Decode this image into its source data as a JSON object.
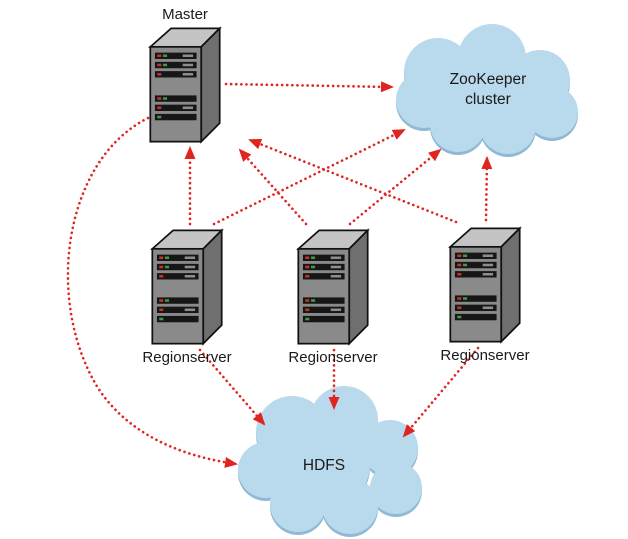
{
  "diagram": {
    "kind": "architecture-diagram",
    "nodes": {
      "master": {
        "label": "Master",
        "shape": "server"
      },
      "regionserver1": {
        "label": "Regionserver",
        "shape": "server"
      },
      "regionserver2": {
        "label": "Regionserver",
        "shape": "server"
      },
      "regionserver3": {
        "label": "Regionserver",
        "shape": "server"
      },
      "zookeeper": {
        "label": "ZooKeeper cluster",
        "label_lines": [
          "ZooKeeper",
          "cluster"
        ],
        "shape": "cloud"
      },
      "hdfs": {
        "label": "HDFS",
        "label_lines": [
          "HDFS"
        ],
        "shape": "cloud"
      }
    },
    "edges": [
      {
        "from": "Master",
        "to": "ZooKeeper cluster"
      },
      {
        "from": "Regionserver 1",
        "to": "Master"
      },
      {
        "from": "Regionserver 2",
        "to": "Master"
      },
      {
        "from": "Regionserver 3",
        "to": "Master"
      },
      {
        "from": "Regionserver 1",
        "to": "ZooKeeper cluster"
      },
      {
        "from": "Regionserver 2",
        "to": "ZooKeeper cluster"
      },
      {
        "from": "Regionserver 3",
        "to": "ZooKeeper cluster"
      },
      {
        "from": "Regionserver 1",
        "to": "HDFS"
      },
      {
        "from": "Regionserver 2",
        "to": "HDFS"
      },
      {
        "from": "Regionserver 3",
        "to": "HDFS"
      },
      {
        "from": "Master",
        "to": "HDFS"
      }
    ],
    "edge_style": {
      "line": "dotted",
      "arrowhead": "solid triangle"
    },
    "colors": {
      "arrow": "#e02420",
      "cloud_fill": "#b9d9ec",
      "cloud_shade": "#8fb9d4",
      "server_front": "#8a8a8a",
      "server_side": "#6f6f6f",
      "server_top": "#c4c4c4",
      "label_text": "#1a1a1a"
    }
  }
}
